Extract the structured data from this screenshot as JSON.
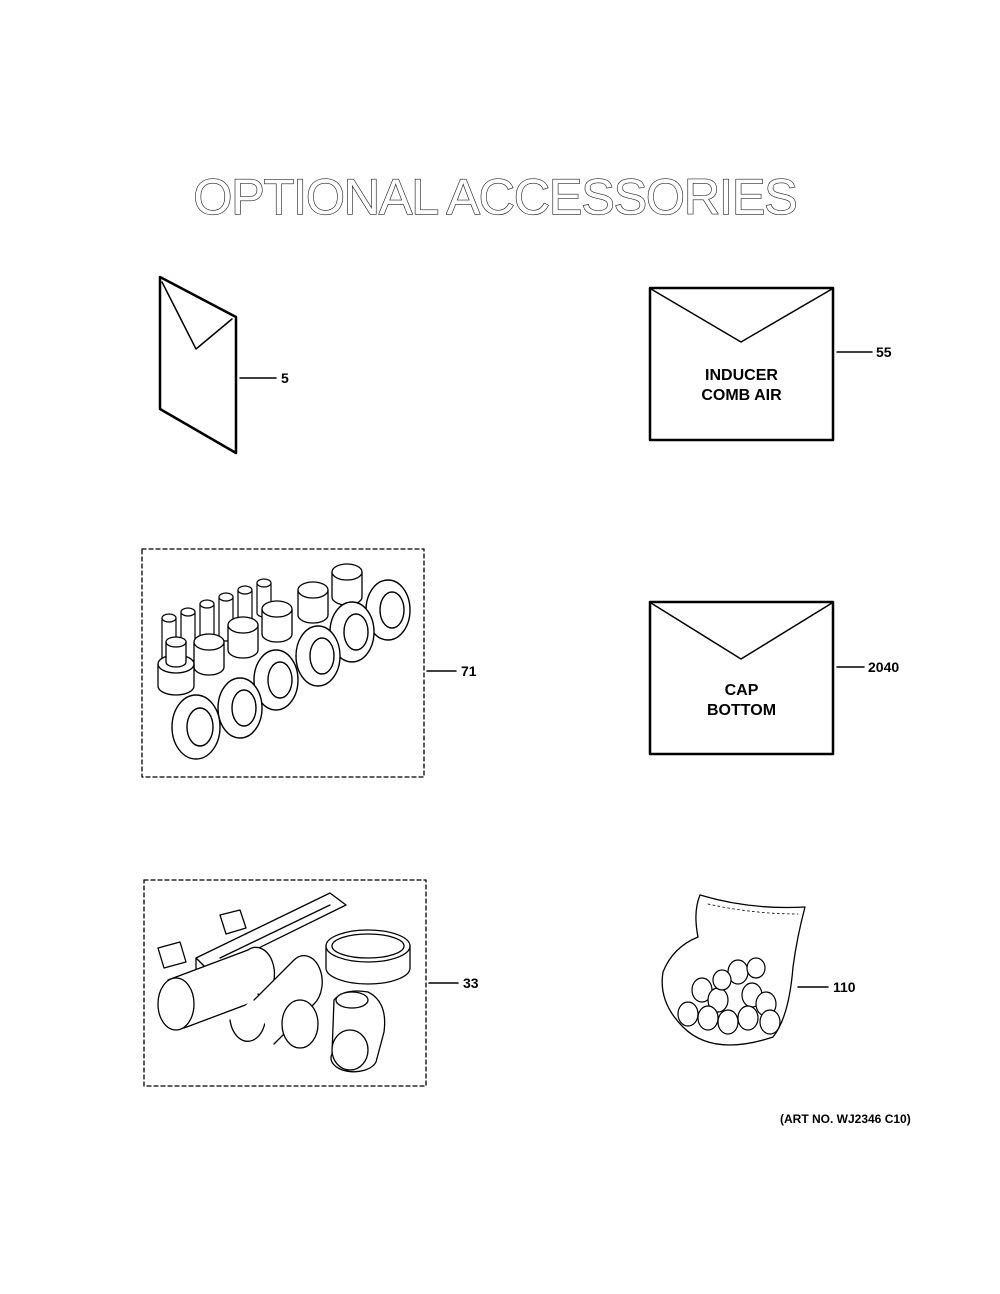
{
  "title": "OPTIONAL ACCESSORIES",
  "parts": [
    {
      "callout": "5",
      "item": "manual-booklet"
    },
    {
      "callout": "55",
      "label_line1": "INDUCER",
      "label_line2": "COMB AIR"
    },
    {
      "callout": "71",
      "item": "bushing-kit"
    },
    {
      "callout": "2040",
      "label_line1": "CAP",
      "label_line2": "BOTTOM"
    },
    {
      "callout": "33",
      "item": "vent-pipe-kit"
    },
    {
      "callout": "110",
      "item": "hardware-bag"
    }
  ],
  "art_number": "(ART NO. WJ2346 C10)"
}
